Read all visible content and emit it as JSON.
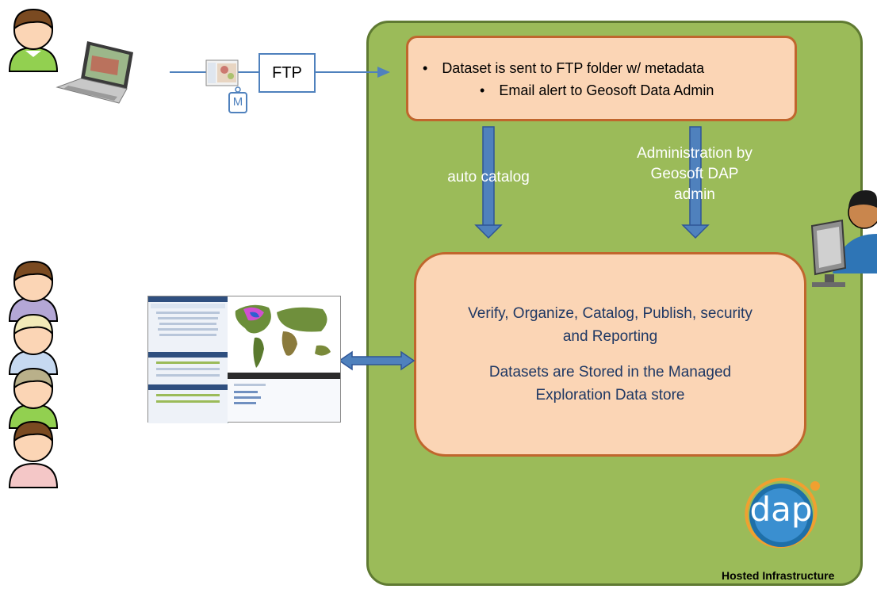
{
  "ftp": {
    "label": "FTP"
  },
  "top_box": {
    "bullet1": "Dataset is sent to FTP folder w/ metadata",
    "bullet2": "Email alert to Geosoft Data Admin"
  },
  "auto_catalog": "auto catalog",
  "admin_label": [
    "Administration by",
    "Geosoft DAP",
    "admin"
  ],
  "main_box": {
    "line1": "Verify, Organize, Catalog, Publish,  security",
    "line2": "and Reporting",
    "line3": "Datasets are Stored in the Managed",
    "line4": "Exploration Data store"
  },
  "metadata_tag": "M",
  "logo": {
    "text": "dap"
  },
  "hosted": "Hosted Infrastructure",
  "colors": {
    "panel": "#9bbb59",
    "box_fill": "#fbd5b5",
    "box_border": "#c0662d",
    "arrow": "#4f81bd",
    "main_text": "#1f3864"
  }
}
